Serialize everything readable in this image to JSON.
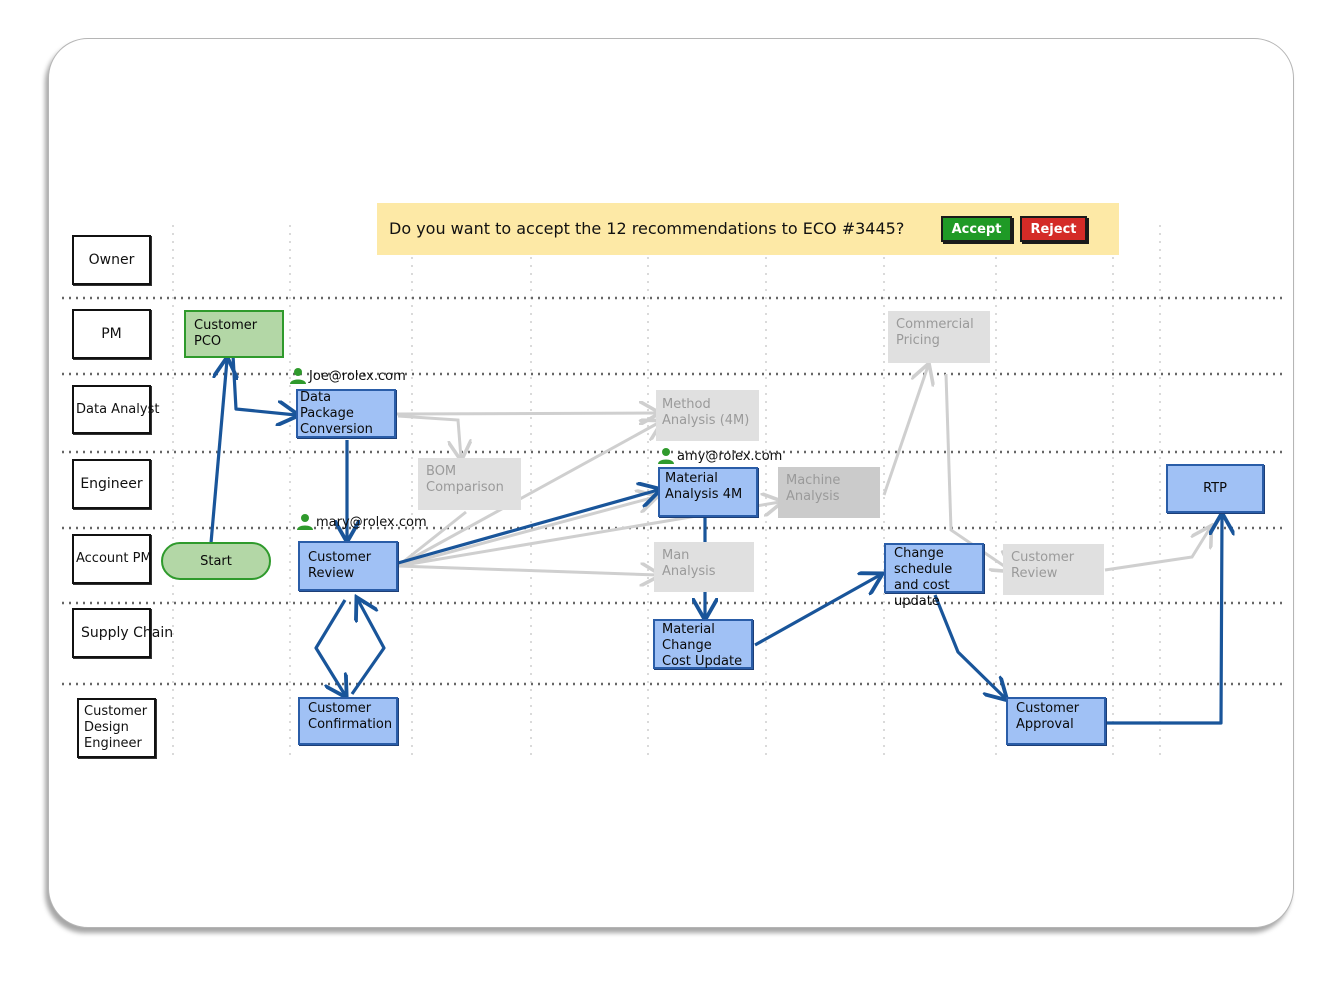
{
  "banner": {
    "text": "Do you want to accept the 12 recommendations to ECO #3445?",
    "accept_label": "Accept",
    "reject_label": "Reject"
  },
  "lanes": [
    "Owner",
    "PM",
    "Data Analyst",
    "Engineer",
    "Account PM",
    "Supply Chain",
    "Customer Design Engineer"
  ],
  "nodes": {
    "customer_pco": "Customer PCO",
    "start": "Start",
    "data_package_conversion": "Data Package Conversion",
    "customer_review": "Customer Review",
    "customer_confirmation": "Customer Confirmation",
    "bom_comparison": "BOM Comparison",
    "method_analysis": "Method Analysis (4M)",
    "material_analysis": "Material Analysis 4M",
    "man_analysis": "Man Analysis",
    "machine_analysis": "Machine Analysis",
    "material_change_cost_update": "Material Change Cost Update",
    "commercial_pricing": "Commercial Pricing",
    "change_schedule": "Change schedule and cost update",
    "customer_review_2": "Customer Review",
    "customer_approval": "Customer Approval",
    "rtp": "RTP"
  },
  "assignees": {
    "joe": "Joe@rolex.com",
    "mary": "mary@rolex.com",
    "amy": "amy@rolex.com"
  },
  "colors": {
    "active_fill": "#a0c1f5",
    "active_border": "#2a5da8",
    "active_arrow": "#19559a",
    "faded_fill": "#e0e0e0",
    "faded_arrow": "#cfcfcf",
    "start_fill": "#b3d7a6",
    "banner_fill": "#fde9a6",
    "accept": "#1f9a26",
    "reject": "#d42b27"
  }
}
